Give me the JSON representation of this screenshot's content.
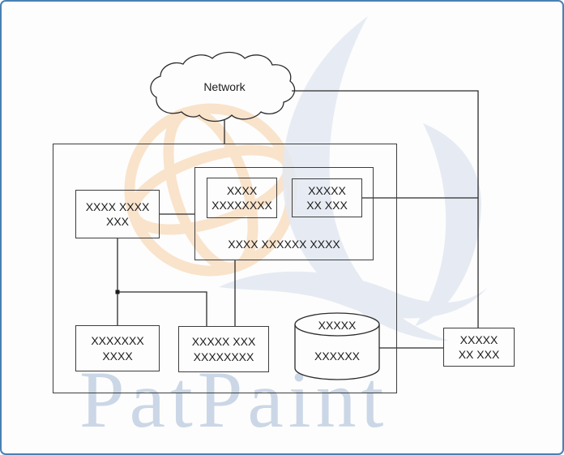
{
  "page": {
    "background": "#fdfdfd",
    "border_color": "#4a80b4"
  },
  "watermark": {
    "text": "PatPaint",
    "text_color": "#cbd7e6",
    "globe_color": "#f7cfa3",
    "swoosh_color": "#e3e9f2"
  },
  "diagram": {
    "cloud": {
      "label": "Network"
    },
    "left_box": {
      "line1": "XXXX XXXX",
      "line2": "XXX"
    },
    "module_box_a": {
      "line1": "XXXX",
      "line2": "XXXXXXXX"
    },
    "module_box_b": {
      "line1": "XXXXX",
      "line2": "XX XXX"
    },
    "container_label": "XXXX XXXXXX XXXX",
    "bottom_left_box": {
      "line1": "XXXXXXX",
      "line2": "XXXX"
    },
    "bottom_middle_box": {
      "line1": "XXXXX XXX",
      "line2": "XXXXXXXX"
    },
    "right_box": {
      "line1": "XXXXX",
      "line2": "XX XXX"
    },
    "database": {
      "line1": "XXXXX",
      "line2": "XXXXXX"
    }
  }
}
